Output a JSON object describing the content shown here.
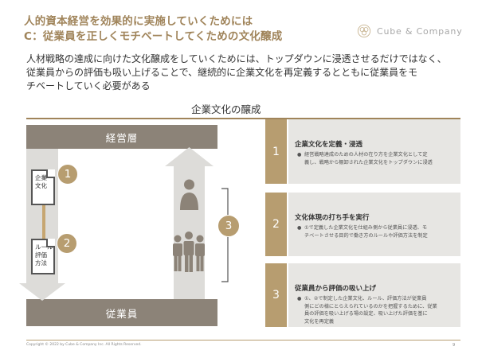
{
  "header": {
    "title_line1": "人的資本経営を効果的に実施していくためには",
    "title_line2": "C：従業員を正しくモチベートしてくための文化醸成",
    "logo_text": "Cube & Company"
  },
  "lead": {
    "line1": "人材戦略の達成に向けた文化醸成をしていくためには、トップダウンに浸透させるだけではなく、",
    "line2": "従業員からの評価も吸い上げることで、継続的に企業文化を再定義するとともに従業員をモ",
    "line3": "チベートしていく必要がある"
  },
  "diagram": {
    "title": "企業文化の醸成",
    "top_bar": "経営層",
    "bottom_bar": "従業員",
    "doc1_line1": "企業",
    "doc1_line2": "文化",
    "doc2_line1": "ルール",
    "doc2_line2": "評価",
    "doc2_line3": "方法",
    "num1": "1",
    "num2": "2",
    "num3": "3"
  },
  "steps": [
    {
      "num": "1",
      "title": "企業文化を定義・浸透",
      "bullet": "●",
      "desc": "経営戦略達成のための人材の在り方を企業文化として定\n義し、戦略から棚卸された企業文化をトップダウンに浸透"
    },
    {
      "num": "2",
      "title": "文化体現の打ち手を実行",
      "bullet": "●",
      "desc": "①で定義した企業文化を仕組み側から従業員に浸透、モ\nチベートさせる目的で働き方のルールや評価方法を制定"
    },
    {
      "num": "3",
      "title": "従業員から評価の吸い上げ",
      "bullet": "●",
      "desc": "①、②で制定した企業文化、ルール、評価方法が従業員\n側にどの様にとらえられているのかを把握するために、従業\n員の評価を吸い上げる場の設定、吸い上げた評価を基に\n文化を再定義"
    }
  ],
  "footer": {
    "copyright": "Copyright © 2022 by Cube & Company Inc. All Rights Reserved.",
    "page": "9"
  },
  "colors": {
    "accent": "#a0845a",
    "gold": "#b79d70",
    "bar": "#8c8378",
    "panel": "#e7e6e3",
    "arrow": "#dddcd9"
  }
}
